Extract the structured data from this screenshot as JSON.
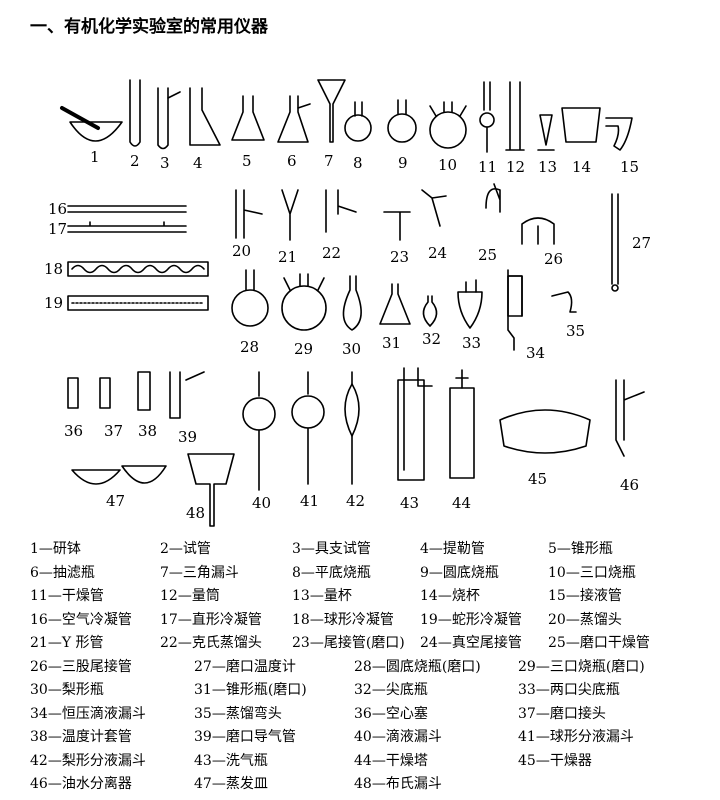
{
  "title": "一、有机化学实验室的常用仪器",
  "figure": {
    "numbers": [
      "1",
      "2",
      "3",
      "4",
      "5",
      "6",
      "7",
      "8",
      "9",
      "10",
      "11",
      "12",
      "13",
      "14",
      "15",
      "16",
      "17",
      "18",
      "19",
      "20",
      "21",
      "22",
      "23",
      "24",
      "25",
      "26",
      "27",
      "28",
      "29",
      "30",
      "31",
      "32",
      "33",
      "34",
      "35",
      "36",
      "37",
      "38",
      "39",
      "40",
      "41",
      "42",
      "43",
      "44",
      "45",
      "46",
      "47",
      "48"
    ]
  },
  "legend": {
    "rows": [
      [
        "1—研钵",
        "2—试管",
        "3—具支试管",
        "4—提勒管",
        "5—锥形瓶"
      ],
      [
        "6—抽滤瓶",
        "7—三角漏斗",
        "8—平底烧瓶",
        "9—圆底烧瓶",
        "10—三口烧瓶"
      ],
      [
        "11—干燥管",
        "12—量筒",
        "13—量杯",
        "14—烧杯",
        "15—接液管"
      ],
      [
        "16—空气冷凝管",
        "17—直形冷凝管",
        "18—球形冷凝管",
        "19—蛇形冷凝管",
        "20—蒸馏头"
      ],
      [
        "21—Y 形管",
        "22—克氏蒸馏头",
        "23—尾接管(磨口)",
        "24—真空尾接管",
        "25—磨口干燥管"
      ],
      [
        "26—三股尾接管",
        "27—磨口温度计",
        "28—圆底烧瓶(磨口)",
        "29—三口烧瓶(磨口)"
      ],
      [
        "30—梨形瓶",
        "31—锥形瓶(磨口)",
        "32—尖底瓶",
        "33—两口尖底瓶"
      ],
      [
        "34—恒压滴液漏斗",
        "35—蒸馏弯头",
        "36—空心塞",
        "37—磨口接头"
      ],
      [
        "38—温度计套管",
        "39—磨口导气管",
        "40—滴液漏斗",
        "41—球形分液漏斗"
      ],
      [
        "42—梨形分液漏斗",
        "43—洗气瓶",
        "44—干燥塔",
        "45—干燥器"
      ],
      [
        "46—油水分离器",
        "47—蒸发皿",
        "48—布氏漏斗"
      ]
    ]
  }
}
